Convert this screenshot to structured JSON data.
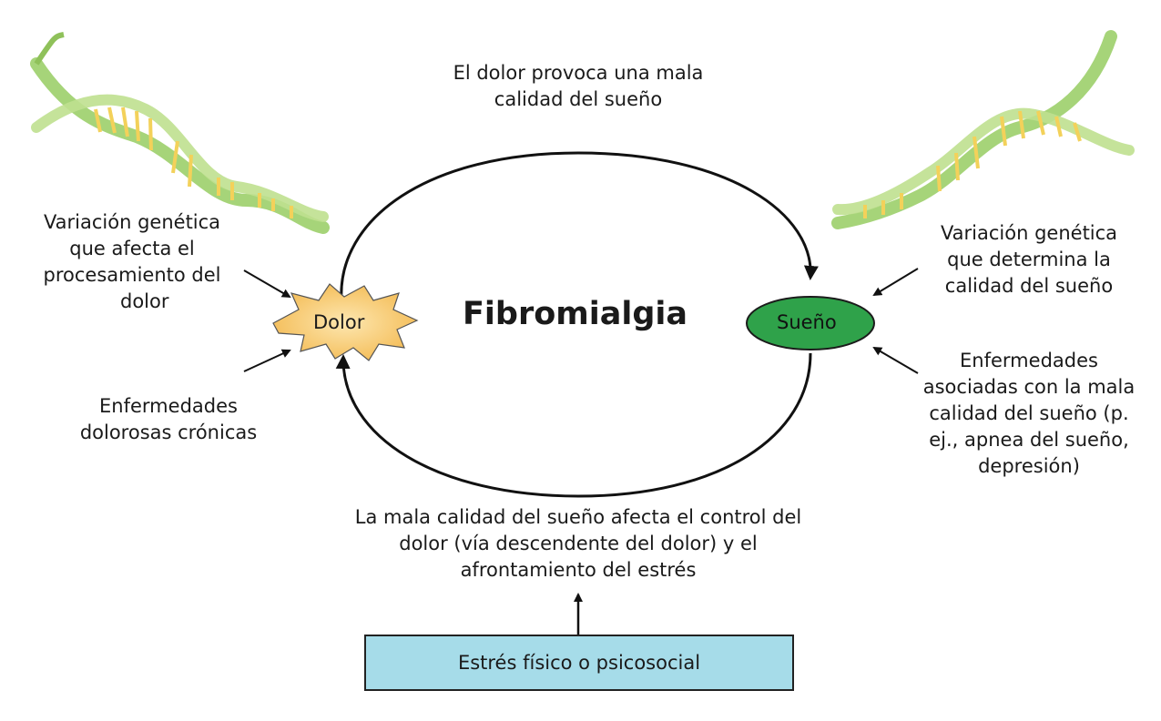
{
  "diagram": {
    "title": "Fibromialgia",
    "top_label": [
      "El dolor provoca una mala",
      "calidad del sueño"
    ],
    "bottom_label": [
      "La mala calidad del sueño afecta el control del",
      "dolor (vía descendente del dolor) y el",
      "afrontamiento del estrés"
    ],
    "nodes": {
      "pain": {
        "label": "Dolor",
        "color": "#f7c56b"
      },
      "sleep": {
        "label": "Sueño",
        "color": "#2fa24a"
      }
    },
    "left_labels": {
      "genetic_pain": [
        "Variación genética",
        "que afecta el",
        "procesamiento del",
        "dolor"
      ],
      "chronic_pain": [
        "Enfermedades",
        "dolorosas crónicas"
      ]
    },
    "right_labels": {
      "genetic_sleep": [
        "Variación genética",
        "que determina la",
        "calidad del sueño"
      ],
      "sleep_diseases": [
        "Enfermedades",
        "asociadas con la mala",
        "calidad del sueño (p.",
        "ej., apnea del sueño,",
        "depresión)"
      ]
    },
    "stress_box": {
      "label": "Estrés físico o psicosocial",
      "color": "#a6dce9"
    },
    "dna_icons": [
      "dna-helix",
      "dna-helix"
    ]
  }
}
